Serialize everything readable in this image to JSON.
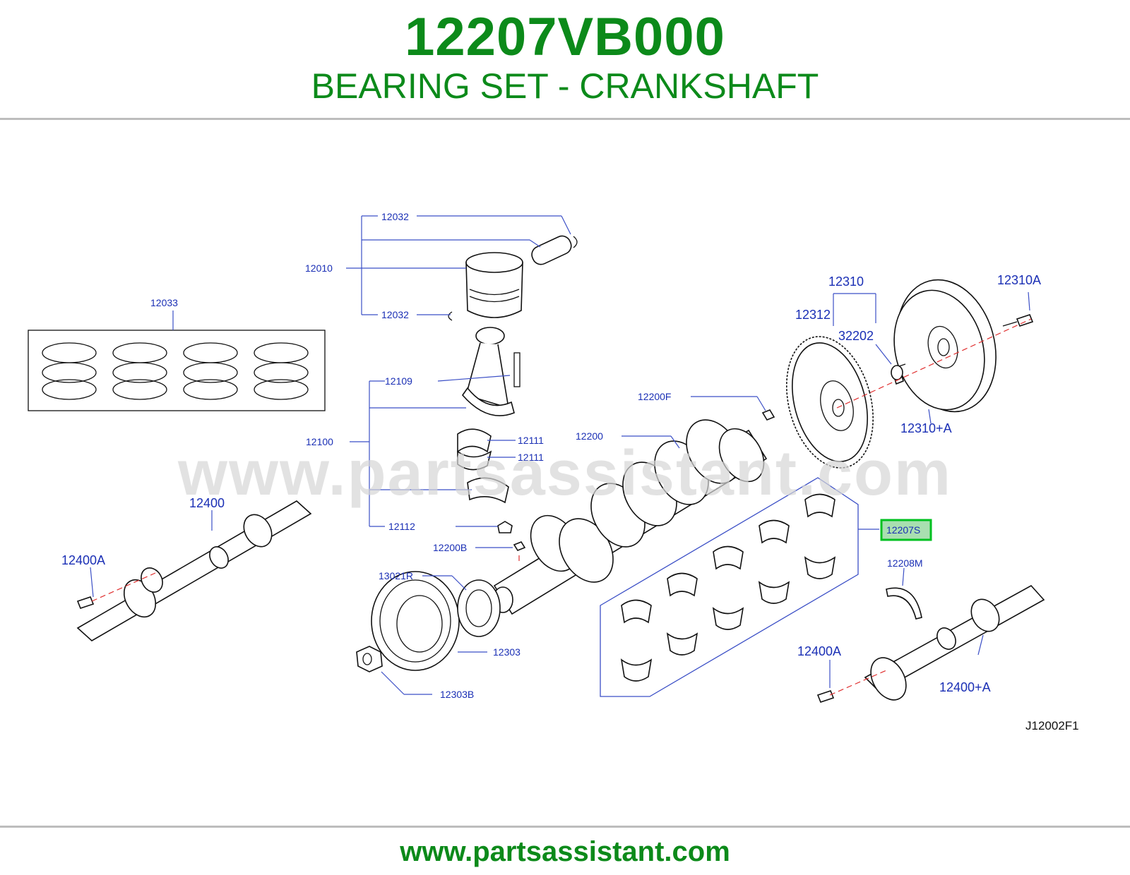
{
  "header": {
    "part_number": "12207VB000",
    "description": "BEARING SET - CRANKSHAFT"
  },
  "footer": {
    "url": "www.partsassistant.com"
  },
  "watermark": "www.partsassistant.com",
  "diagram": {
    "code": "J12002F1",
    "highlight_color": "#00c020",
    "labels": {
      "p12032_top": "12032",
      "p12010": "12010",
      "p12032_bot": "12032",
      "p12033": "12033",
      "p12109": "12109",
      "p12100": "12100",
      "p12111_a": "12111",
      "p12111_b": "12111",
      "p12112": "12112",
      "p12200F": "12200F",
      "p12200": "12200",
      "p12200B": "12200B",
      "p13021R": "13021R",
      "p12303": "12303",
      "p12303B": "12303B",
      "p12400": "12400",
      "p12400A_left": "12400A",
      "p12310": "12310",
      "p12310A": "12310A",
      "p12312": "12312",
      "p32202": "32202",
      "p12310plusA": "12310+A",
      "p12207S": "12207S",
      "p12208M": "12208M",
      "p12400A_right": "12400A",
      "p12400plusA": "12400+A"
    }
  }
}
